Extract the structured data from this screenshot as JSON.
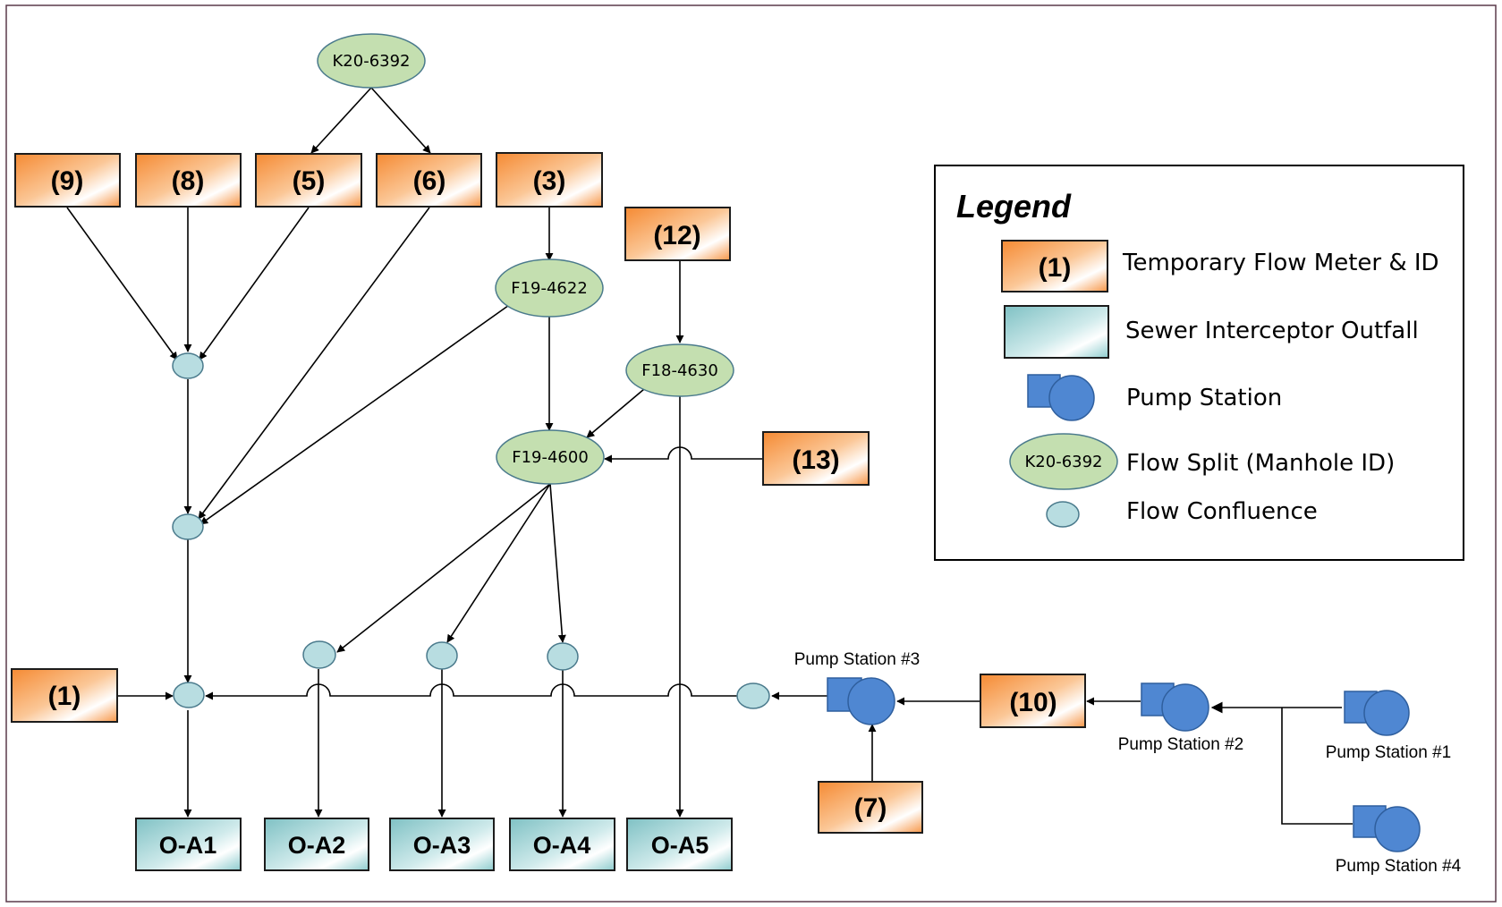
{
  "diagram": {
    "meters": [
      {
        "id": "m9",
        "label": "(9)"
      },
      {
        "id": "m8",
        "label": "(8)"
      },
      {
        "id": "m5",
        "label": "(5)"
      },
      {
        "id": "m6",
        "label": "(6)"
      },
      {
        "id": "m3",
        "label": "(3)"
      },
      {
        "id": "m12",
        "label": "(12)"
      },
      {
        "id": "m13",
        "label": "(13)"
      },
      {
        "id": "m1",
        "label": "(1)"
      },
      {
        "id": "m10",
        "label": "(10)"
      },
      {
        "id": "m7",
        "label": "(7)"
      }
    ],
    "splits": [
      {
        "id": "k20",
        "label": "K20-6392"
      },
      {
        "id": "f194622",
        "label": "F19-4622"
      },
      {
        "id": "f184630",
        "label": "F18-4630"
      },
      {
        "id": "f194600",
        "label": "F19-4600"
      }
    ],
    "outfalls": [
      {
        "id": "oa1",
        "label": "O-A1"
      },
      {
        "id": "oa2",
        "label": "O-A2"
      },
      {
        "id": "oa3",
        "label": "O-A3"
      },
      {
        "id": "oa4",
        "label": "O-A4"
      },
      {
        "id": "oa5",
        "label": "O-A5"
      }
    ],
    "pumps": [
      {
        "id": "ps3",
        "label": "Pump Station #3"
      },
      {
        "id": "ps2",
        "label": "Pump Station #2"
      },
      {
        "id": "ps1",
        "label": "Pump Station #1"
      },
      {
        "id": "ps4",
        "label": "Pump Station #4"
      }
    ]
  },
  "legend": {
    "title": "Legend",
    "meter_sample": "(1)",
    "meter_text": "Temporary Flow Meter & ID",
    "outfall_text": "Sewer Interceptor Outfall",
    "pump_text": "Pump Station",
    "split_sample": "K20-6392",
    "split_text": "Flow Split (Manhole ID)",
    "confluence_text": "Flow Confluence"
  },
  "colors": {
    "meter_orange": "#f79646",
    "outfall_teal": "#9fd4d6",
    "split_green": "#c4dfb0",
    "confluence_blue": "#b8dde1",
    "pump_blue": "#4f87d2",
    "border": "#5a3a4a"
  }
}
